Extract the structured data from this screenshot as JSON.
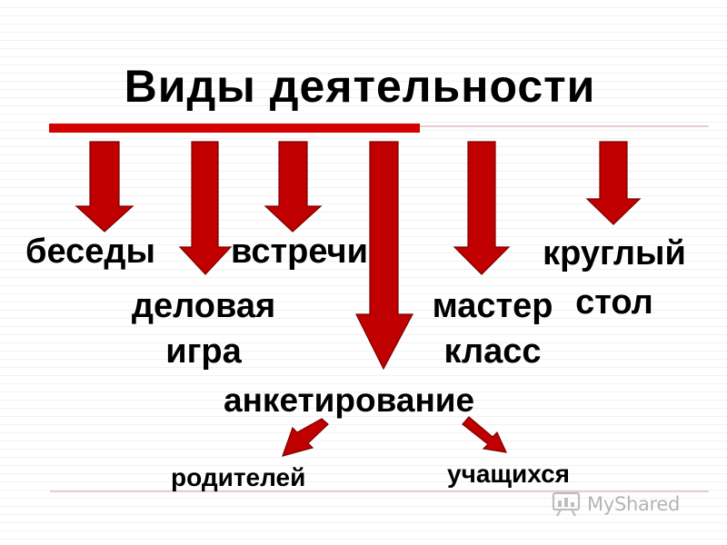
{
  "slide": {
    "title": "Виды деятельности",
    "labels": {
      "besedy": "беседы",
      "vstrechi": "встречи",
      "krugly_line1": "круглый",
      "krugly_line2": "стол",
      "delovaya_line1": "деловая",
      "delovaya_line2": "игра",
      "master_line1": "мастер",
      "master_line2": "класс",
      "anketirovanie": "анкетирование",
      "roditeley": "родителей",
      "uchashchikhsya": "учащихся"
    },
    "colors": {
      "arrow_fill": "#c00000",
      "arrow_outline": "#7a0000",
      "accent_line": "#d40000",
      "text": "#000000",
      "rule_line": "#c8a0a0"
    },
    "watermark": {
      "icon": "myshared-logo-icon",
      "text": "MyShared"
    }
  }
}
